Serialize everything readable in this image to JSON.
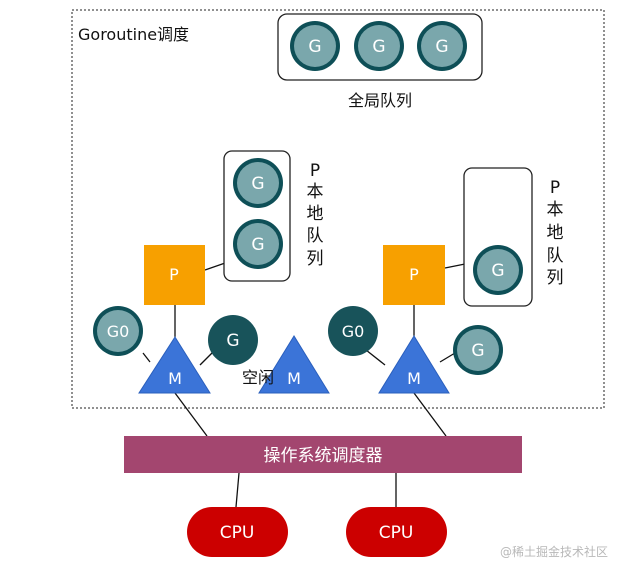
{
  "title": "Goroutine调度",
  "global_queue": {
    "label": "全局队列",
    "goroutines": [
      "G",
      "G",
      "G"
    ]
  },
  "p_left": {
    "label": "P",
    "local_queue_label": [
      "P",
      "本",
      "地",
      "队",
      "列"
    ],
    "local_goroutines": [
      "G",
      "G"
    ]
  },
  "p_right": {
    "label": "P",
    "local_queue_label": [
      "P",
      "本",
      "地",
      "队",
      "列"
    ],
    "local_goroutines": [
      "G"
    ]
  },
  "m_left": {
    "label": "M",
    "running": "G0",
    "side_g": "G"
  },
  "m_idle": {
    "label": "M",
    "idle_label": "空闲"
  },
  "m_right": {
    "label": "M",
    "running": "G0",
    "side_g": "G"
  },
  "os_scheduler": {
    "label": "操作系统调度器"
  },
  "cpus": [
    "CPU",
    "CPU"
  ],
  "watermark": "@稀土掘金技术社区",
  "colors": {
    "goroutine_fill": "#7aa7ac",
    "goroutine_dark": "#18535a",
    "processor": "#f7a000",
    "machine": "#3b74d8",
    "os_bar": "#a3466f",
    "cpu": "#cc0000"
  }
}
